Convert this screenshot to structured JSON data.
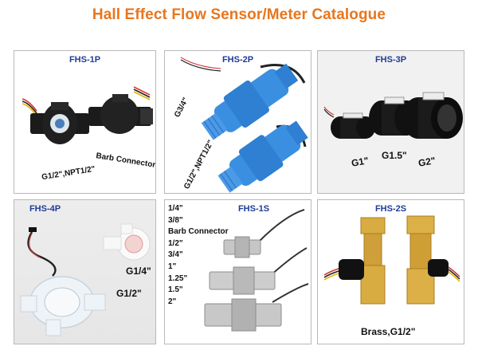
{
  "page_title": "Hall Effect Flow Sensor/Meter Catalogue",
  "cells": [
    {
      "code": "FHS-1P",
      "labels": [
        "G1/2\",NPT1/2\"",
        "Barb Connector"
      ]
    },
    {
      "code": "FHS-2P",
      "labels": [
        "G3/4\"",
        "G1/2\",NPT1/2\""
      ]
    },
    {
      "code": "FHS-3P",
      "labels": [
        "G1\"",
        "G1.5\"",
        "G2\""
      ]
    },
    {
      "code": "FHS-4P",
      "labels": [
        "G1/4\"",
        "G1/2\""
      ]
    },
    {
      "code": "FHS-1S",
      "sizes": [
        "1/4\"",
        "3/8\"",
        "Barb Connector",
        "1/2\"",
        "3/4\"",
        "1\"",
        "1.25\"",
        "1.5\"",
        "2\""
      ]
    },
    {
      "code": "FHS-2S",
      "labels": [
        "Brass,G1/2\""
      ]
    }
  ],
  "colors": {
    "title": "#e8761d",
    "code": "#1f3c96",
    "border": "#b9b9b9",
    "blue_sensor": "#3a8fe0",
    "black_sensor": "#151515",
    "brass": "#d4a73c",
    "steel": "#b9b9b9"
  }
}
